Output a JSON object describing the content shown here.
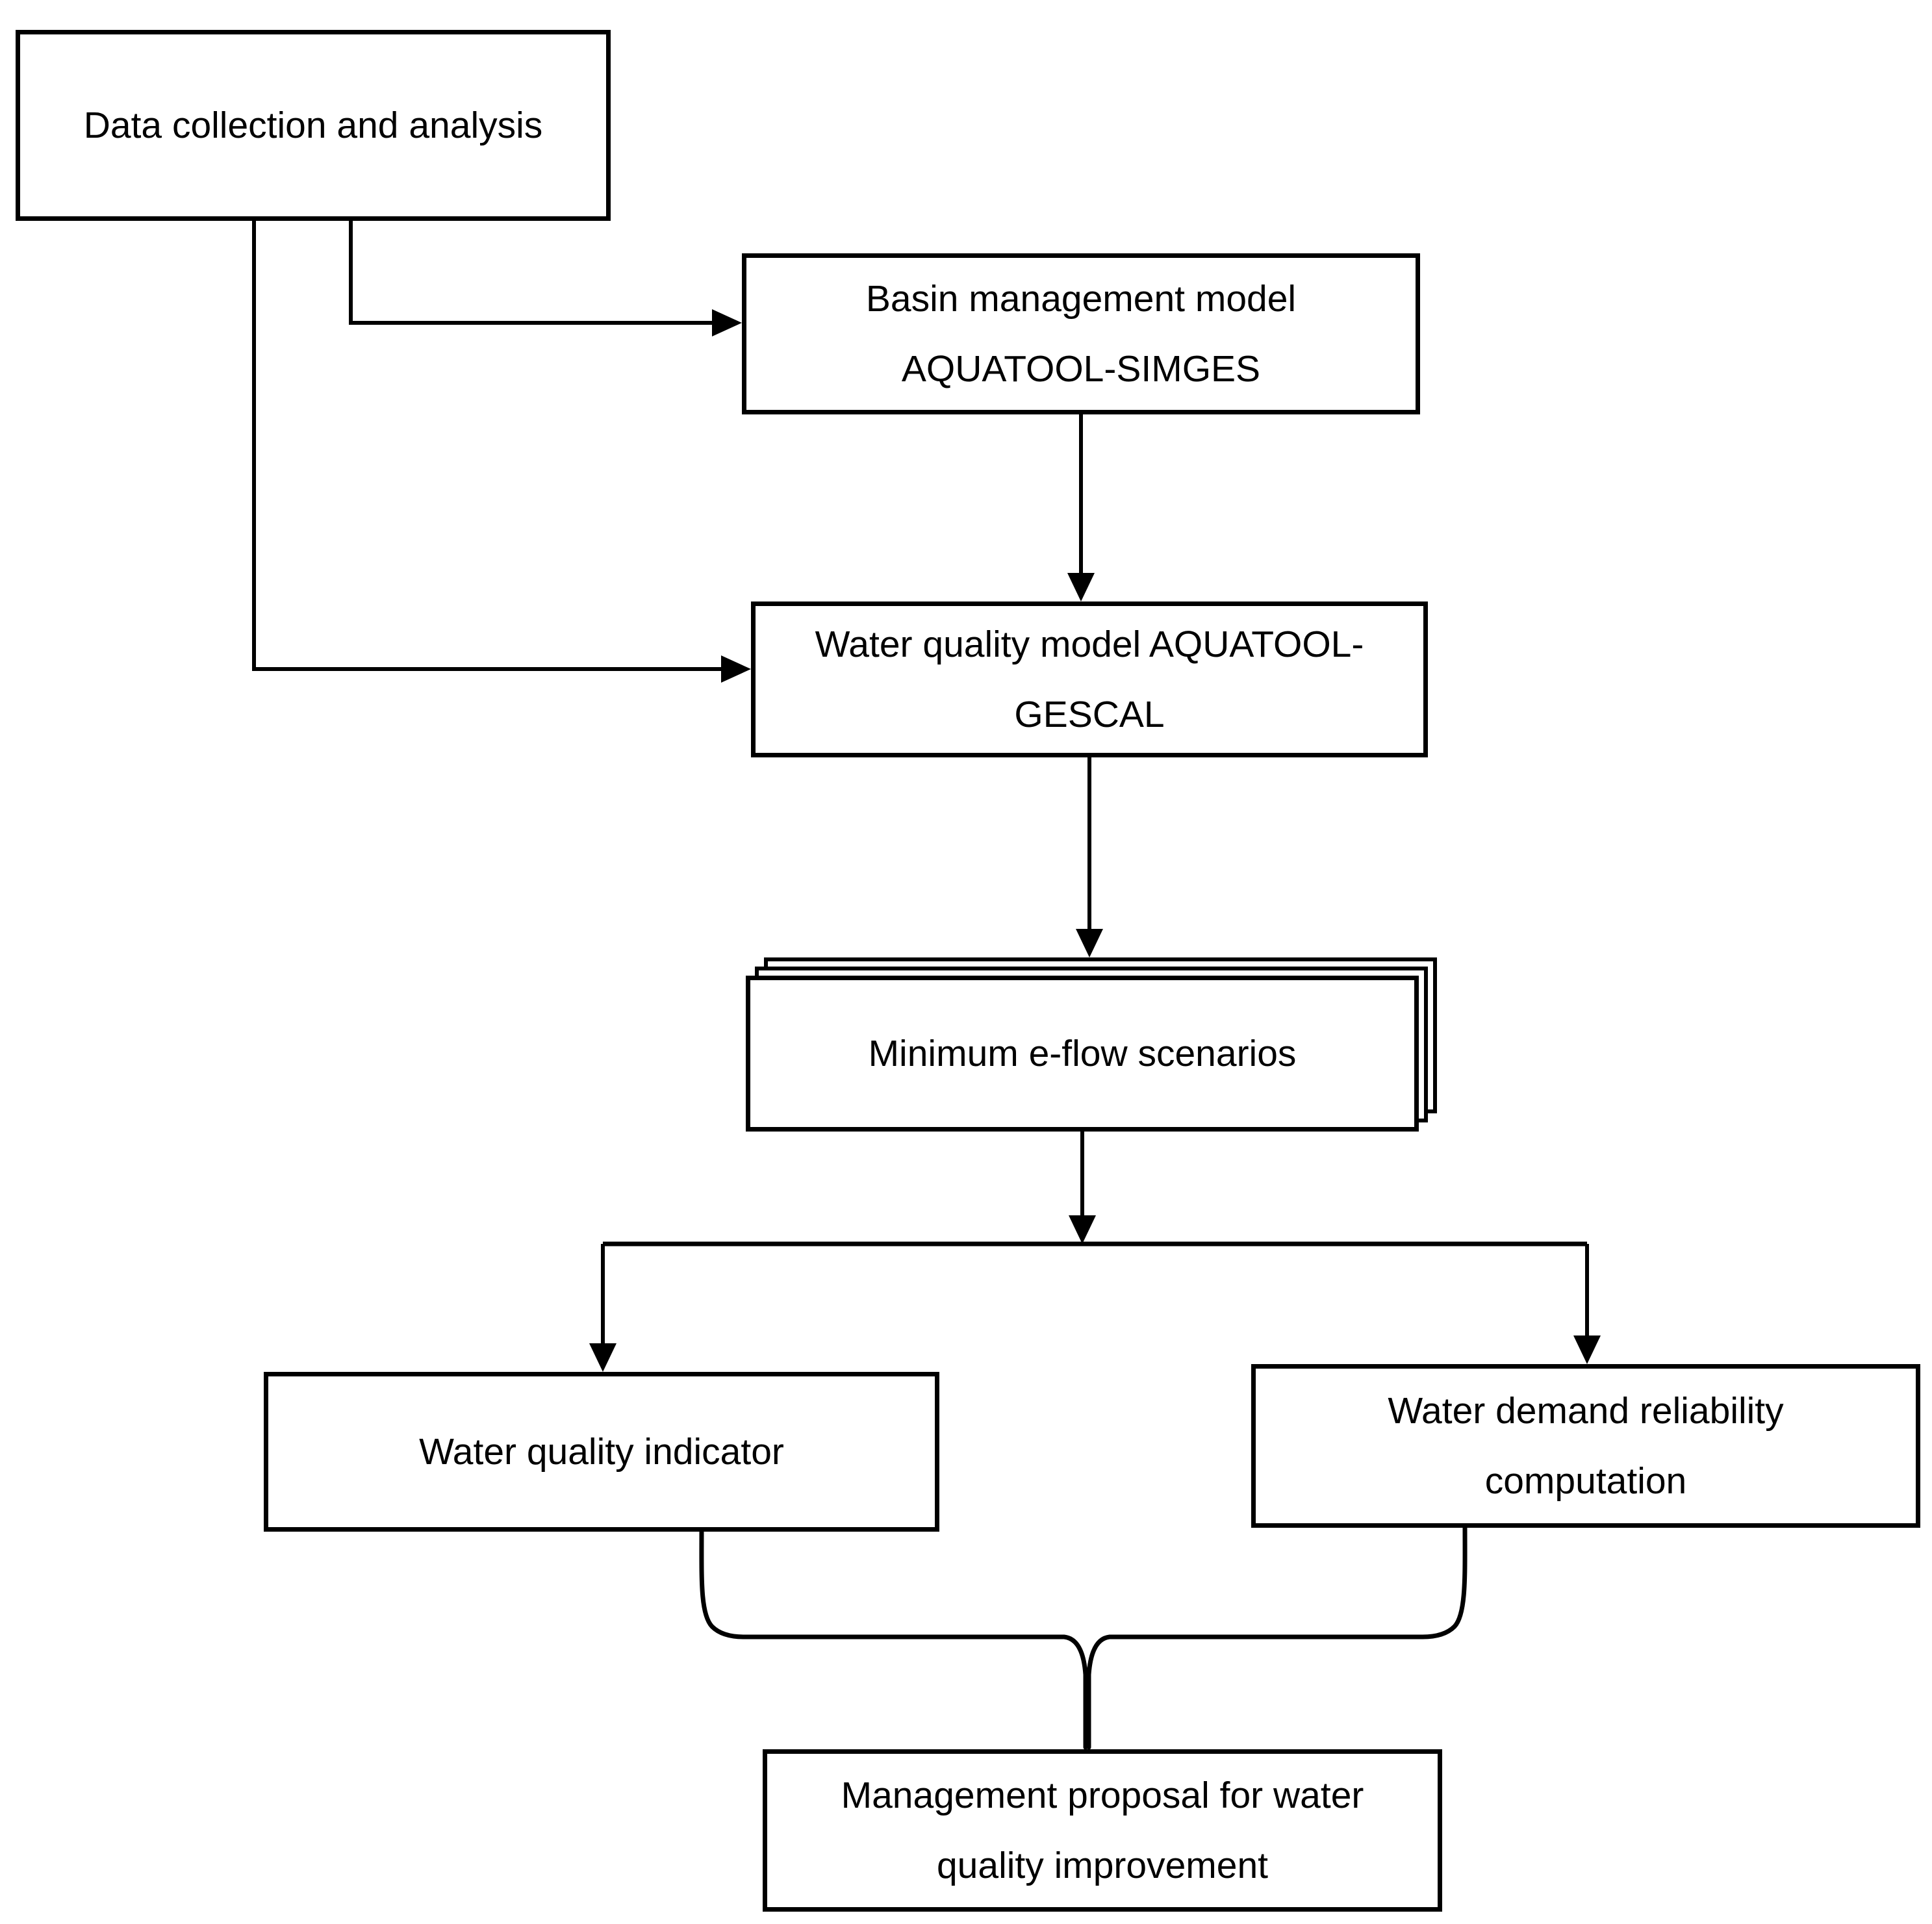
{
  "figure": {
    "type": "flowchart",
    "background_color": "#ffffff",
    "line_color": "#000000",
    "text_color": "#000000",
    "nodes": {
      "data_collection": {
        "line1": "Data collection and analysis"
      },
      "basin_model": {
        "line1": "Basin management model",
        "line2": "AQUATOOL-SIMGES"
      },
      "water_quality_model": {
        "line1": "Water quality model AQUATOOL-",
        "line2": "GESCAL"
      },
      "eflow_scenarios": {
        "line1": "Minimum e-flow scenarios"
      },
      "water_quality_indicator": {
        "line1": "Water quality indicator"
      },
      "water_demand_reliability": {
        "line1": "Water demand reliability",
        "line2": "computation"
      },
      "management_proposal": {
        "line1": "Management proposal for water",
        "line2": "quality improvement"
      }
    },
    "edges": [
      {
        "from": "data_collection",
        "to": "basin_model",
        "style": "elbow-arrow"
      },
      {
        "from": "data_collection",
        "to": "water_quality_model",
        "style": "elbow-arrow"
      },
      {
        "from": "basin_model",
        "to": "water_quality_model",
        "style": "arrow"
      },
      {
        "from": "water_quality_model",
        "to": "eflow_scenarios",
        "style": "arrow"
      },
      {
        "from": "eflow_scenarios",
        "to": "water_quality_indicator",
        "style": "branch-arrow"
      },
      {
        "from": "eflow_scenarios",
        "to": "water_demand_reliability",
        "style": "branch-arrow"
      },
      {
        "from": "water_quality_indicator",
        "to": "management_proposal",
        "style": "brace-merge"
      },
      {
        "from": "water_demand_reliability",
        "to": "management_proposal",
        "style": "brace-merge"
      }
    ]
  }
}
